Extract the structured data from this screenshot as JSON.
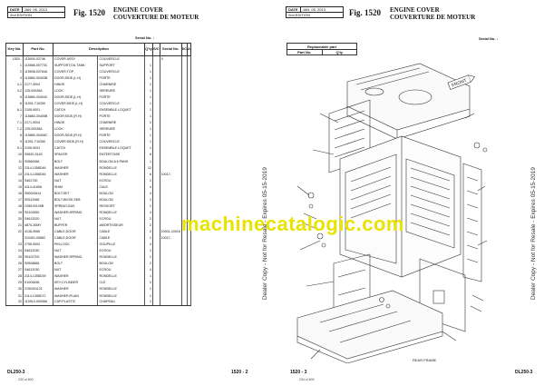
{
  "left_page": {
    "date_label": "DATE",
    "date_value": "JAN. 06. 2013",
    "edition": "2nd EDITION",
    "fig_label": "Fig. 1520",
    "title_en": "ENGINE COVER",
    "title_fr": "COUVERTURE DE MOTEUR",
    "serial_label": "Serial No. :",
    "headers": {
      "key_no": "Key No.",
      "part_no": "Part No.",
      "description": "Description",
      "fr": "",
      "qty": "Q'ty",
      "sc": "S/C",
      "serial_no": "Serial No.",
      "ic": "I/C",
      "a": "A"
    },
    "rows": [
      [
        "1520 -",
        "115000-03746",
        "COVER ASSY",
        "COUVERCLE",
        "",
        "0",
        ""
      ],
      [
        "1",
        "115566-00773C",
        "SUPPORT;OIL TANK",
        "SUPPORT",
        "1",
        "",
        ""
      ],
      [
        "2",
        "115508-03764A",
        "COVER;TOP",
        "COUVERCLE",
        "1",
        "",
        ""
      ],
      [
        "3",
        "115860-30403B",
        "DOOR;SIDE,(L.H)",
        "PORTE",
        "1",
        "",
        ""
      ],
      [
        "4-1",
        "2177-9004",
        "HINGE",
        "CHARNIRE",
        "2",
        "",
        ""
      ],
      [
        "4-2",
        "125-00026A",
        "LOCK",
        "SERRURE",
        "1",
        "",
        ""
      ],
      [
        "5",
        "115860-30404C",
        "DOOR;SIDE,(L.H)",
        "PORTE",
        "1",
        "",
        ""
      ],
      [
        "6",
        "11001-T10250",
        "COVER;SIDE,(L.H)",
        "COUVERCLE",
        "1",
        "",
        ""
      ],
      [
        "6-1",
        "2105-9001",
        "CATCH",
        "ENSEMBLE LOQUET",
        "1",
        "",
        ""
      ],
      [
        "7",
        "115860-30405B",
        "DOOR;SIDE,(R.H)",
        "PORTE",
        "1",
        "",
        ""
      ],
      [
        "7-1",
        "2171-9004",
        "HINGE",
        "CHARNIRE",
        "2",
        "",
        ""
      ],
      [
        "7-2",
        "125-00026A",
        "LOCK",
        "SERRURE",
        "1",
        "",
        ""
      ],
      [
        "8",
        "115860-30406C",
        "DOOR;SIDE,(R.H)",
        "PORTE",
        "1",
        "",
        ""
      ],
      [
        "9",
        "11001-T10250",
        "COVER;SIDE,(R.H)",
        "COUVERCLE",
        "1",
        "",
        ""
      ],
      [
        "9-1",
        "2105-9001",
        "CATCH",
        "ENSEMBLE LOQUET",
        "1",
        "",
        ""
      ],
      [
        "10",
        "S5520-5140",
        "SPACER",
        "ENTERTOISE",
        "6",
        "",
        ""
      ],
      [
        "11",
        "S0560066",
        "BOLT",
        "BOULON A 6 PANS",
        "1",
        "",
        ""
      ],
      [
        "12",
        "2114-1358D46",
        "WASHER",
        "RONDELLE",
        "12",
        "",
        ""
      ],
      [
        "13",
        "2114-1358D46",
        "WASHER",
        "RONDELLE",
        "6",
        "10017-",
        ""
      ],
      [
        "14",
        "S461730",
        "NUT",
        "ECROU",
        "2",
        "",
        ""
      ],
      [
        "15",
        "4114-41608",
        "SHIM",
        "CALE",
        "4",
        "",
        ""
      ],
      [
        "16",
        "S50020614",
        "BOLT;SET",
        "BOULON",
        "4",
        "",
        ""
      ],
      [
        "17",
        "S0512066",
        "BOLT;W/OSI,SEB",
        "BOULON",
        "2",
        "",
        ""
      ],
      [
        "18",
        "O35100109B",
        "SPRING;GAS",
        "RESSORT",
        "2",
        "",
        ""
      ],
      [
        "19",
        "S5102650",
        "WASHER;SPRING",
        "RONDELLE",
        "4",
        "",
        ""
      ],
      [
        "20",
        "S4612020",
        "NUT",
        "ECROU",
        "2",
        "",
        ""
      ],
      [
        "21",
        "4875-30MY",
        "BUFFER",
        "AMORTISSEUR",
        "2",
        "",
        ""
      ],
      [
        "22",
        "4138-9060",
        "CABLE;DOOR",
        "CABLE",
        "2",
        "10001-10016",
        ""
      ],
      [
        "",
        "310401-00862",
        "CABLE;DOOR",
        "CABLE",
        "2",
        "10017-",
        ""
      ],
      [
        "23",
        "2755-9002",
        "PIN;LOCK",
        "GOUPILLE",
        "4",
        "",
        ""
      ],
      [
        "24",
        "S4612030",
        "NUT",
        "ECROU",
        "2",
        "",
        ""
      ],
      [
        "25",
        "S5102700",
        "WASHER;SPRING",
        "RONDELLE",
        "2",
        "",
        ""
      ],
      [
        "26",
        "S0508866",
        "BOLT",
        "BOULON",
        "2",
        "",
        ""
      ],
      [
        "27",
        "S4612030",
        "NUT",
        "ECROU",
        "4",
        "",
        ""
      ],
      [
        "28",
        "2114-1358D39",
        "WASHER",
        "RONDELLE",
        "1",
        "",
        ""
      ],
      [
        "29",
        "K1004836",
        "KEY;CYLINDER",
        "CLÉ",
        "2",
        "",
        ""
      ],
      [
        "30",
        "2150401121",
        "WASHER",
        "RONDELLE",
        "2",
        "",
        ""
      ],
      [
        "31",
        "2114-1358D72",
        "WASHER;PLAIN",
        "RONDELLE",
        "2",
        "",
        ""
      ],
      [
        "32",
        "110910-00008A",
        "CAP;PLASTIC",
        "CHAPEAU",
        "2",
        "",
        ""
      ]
    ],
    "footer_model": "DL250-3",
    "footer_pages": "233 of 600",
    "footer_code": "1520 - 2"
  },
  "right_page": {
    "date_label": "DATE",
    "date_value": "JAN. 06. 2013",
    "edition": "2nd EDITION",
    "fig_label": "Fig. 1520",
    "title_en": "ENGINE COVER",
    "title_fr": "COUVERTURE DE MOTEUR",
    "serial_label": "Serial No. :",
    "replaceable_header": "Replaceable part",
    "part_no_header": "Part No.",
    "qty_header": "Q'ty",
    "front_label": "FRONT",
    "rear_frame_label": "REAR FRAME",
    "footer_code": "1520 - 3",
    "footer_pages": "234 of 600",
    "footer_model": "DL250-3"
  },
  "watermark": "machinecatalogic.com",
  "side_notice": "Dealer Copy - Not for Resale - Expires 05-15-2019"
}
